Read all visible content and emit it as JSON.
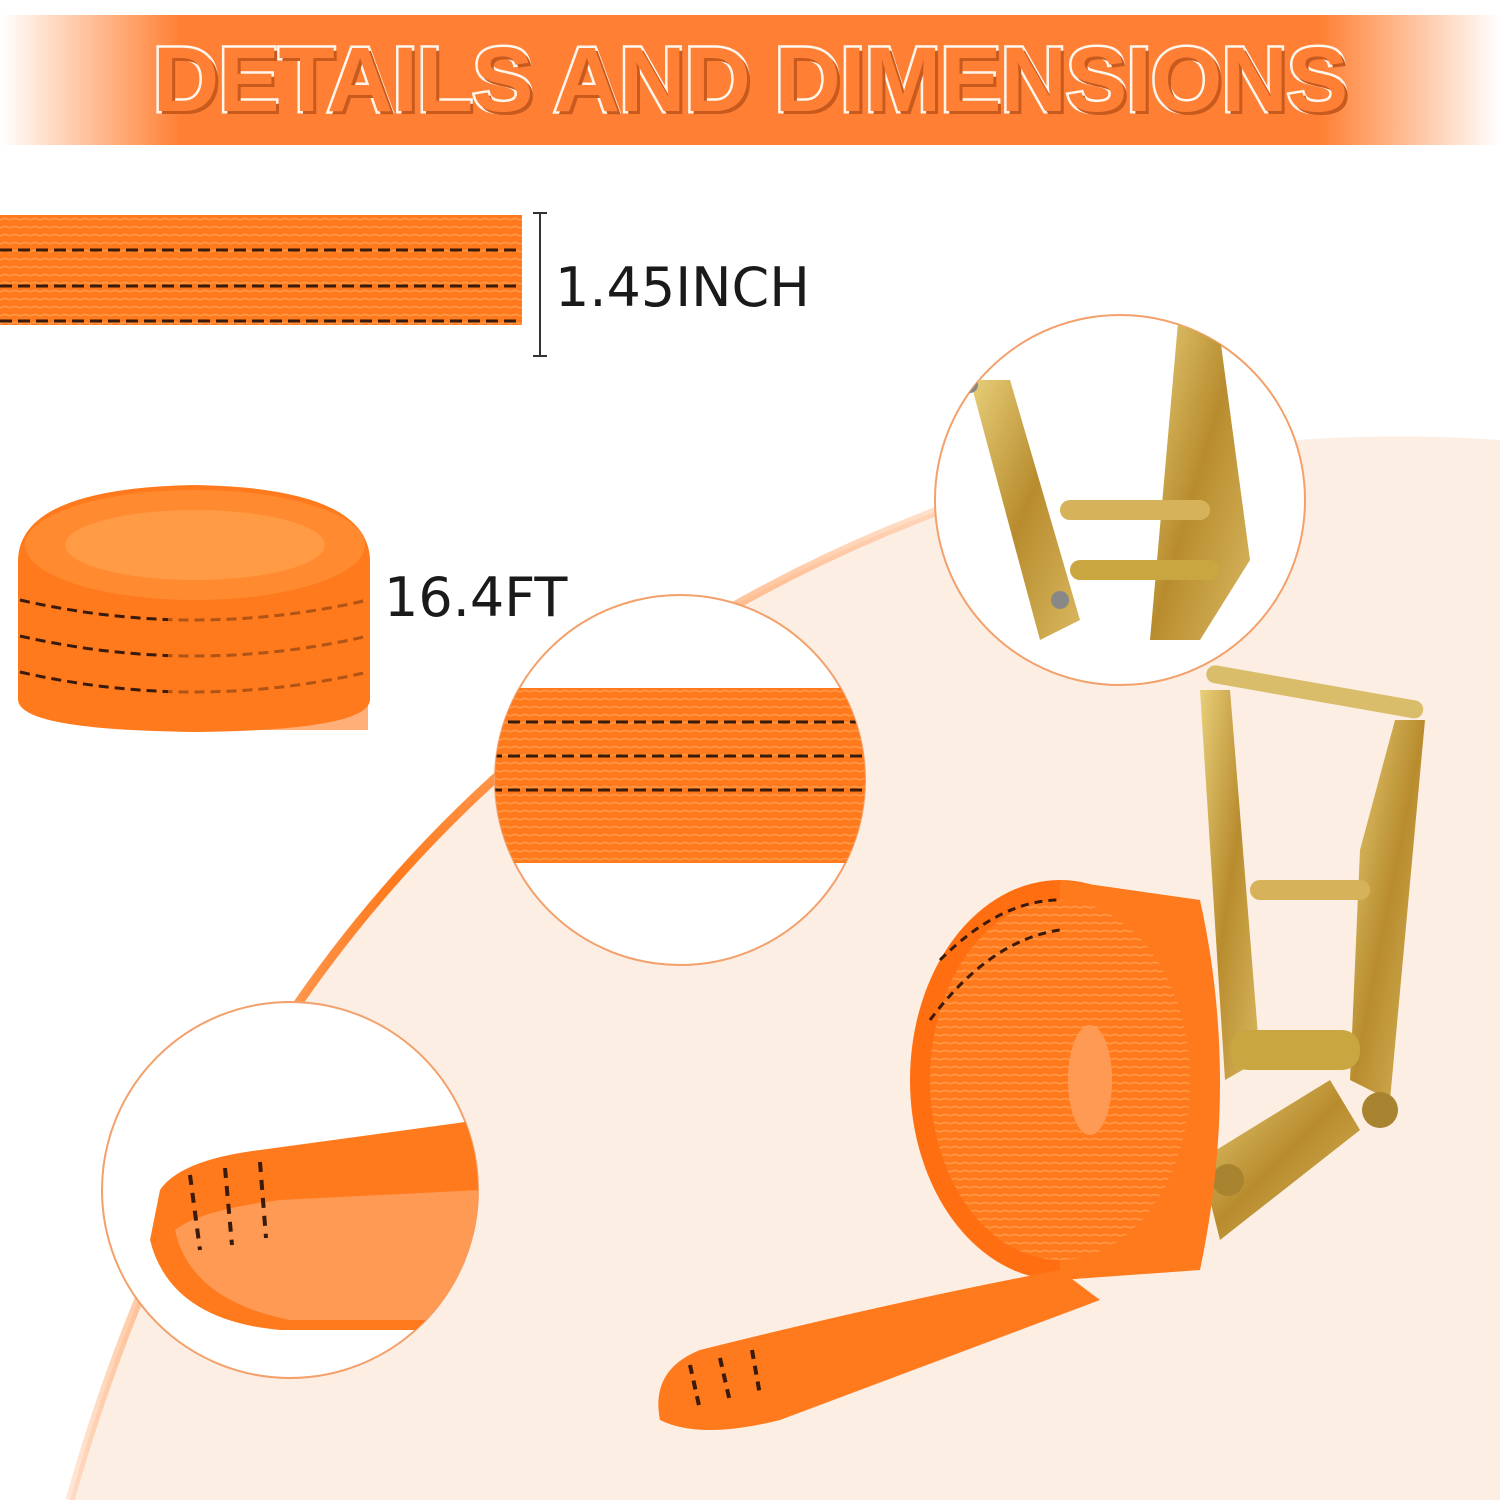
{
  "banner": {
    "title": "DETAILS AND DIMENSIONS"
  },
  "dimensions": {
    "width_label": "1.45INCH",
    "length_label": "16.4FT"
  },
  "colors": {
    "accent": "#ff8034",
    "strap": "#ff7a1c",
    "stitch": "#3a1a0a",
    "peach": "#fdeee4",
    "metal": "#c9a640"
  }
}
